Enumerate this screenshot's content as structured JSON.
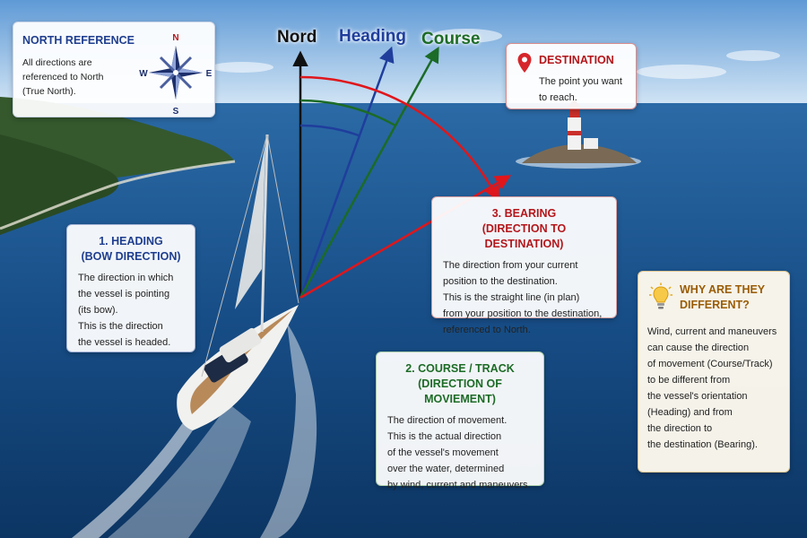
{
  "labels": {
    "nord": "Nord",
    "heading": "Heading",
    "course": "Course"
  },
  "north_reference": {
    "title": "NORTH REFERENCE",
    "text": "All directions are referenced to North (True North).",
    "compass": {
      "n": "N",
      "e": "E",
      "s": "S",
      "w": "W"
    }
  },
  "destination": {
    "title": "DESTINATION",
    "text": "The point you want\nto reach."
  },
  "heading_box": {
    "title": "1. HEADING\n(BOW DIRECTION)",
    "text": "The direction in which\nthe vessel is pointing\n(its bow).\nThis is the direction\nthe vessel is headed."
  },
  "bearing_box": {
    "title": "3. BEARING\n(DIRECTION TO DESTINATION)",
    "text": "The direction from your current\nposition to the destination.\nThis is the straight line (in plan)\nfrom your position to the destination,\nreferenced to North."
  },
  "course_box": {
    "title": "2. COURSE / TRACK\n(DIRECTION OF MOVIEMENT)",
    "text": "The direction of movement.\nThis is the actual direction\nof the vessel's movement\nover the water, determined\nby wind, current and maneuvers."
  },
  "why_box": {
    "title": "WHY ARE THEY\nDIFFERENT?",
    "text": "Wind, current and maneuvers\ncan cause the direction\nof movement (Course/Track)\nto be different from\nthe vessel's orientation\n(Heading) and from\nthe direction to\nthe destination (Bearing)."
  },
  "colors": {
    "north": "#111111",
    "heading": "#1f3e9c",
    "course": "#1c6b26",
    "bearing": "#e0161b"
  }
}
